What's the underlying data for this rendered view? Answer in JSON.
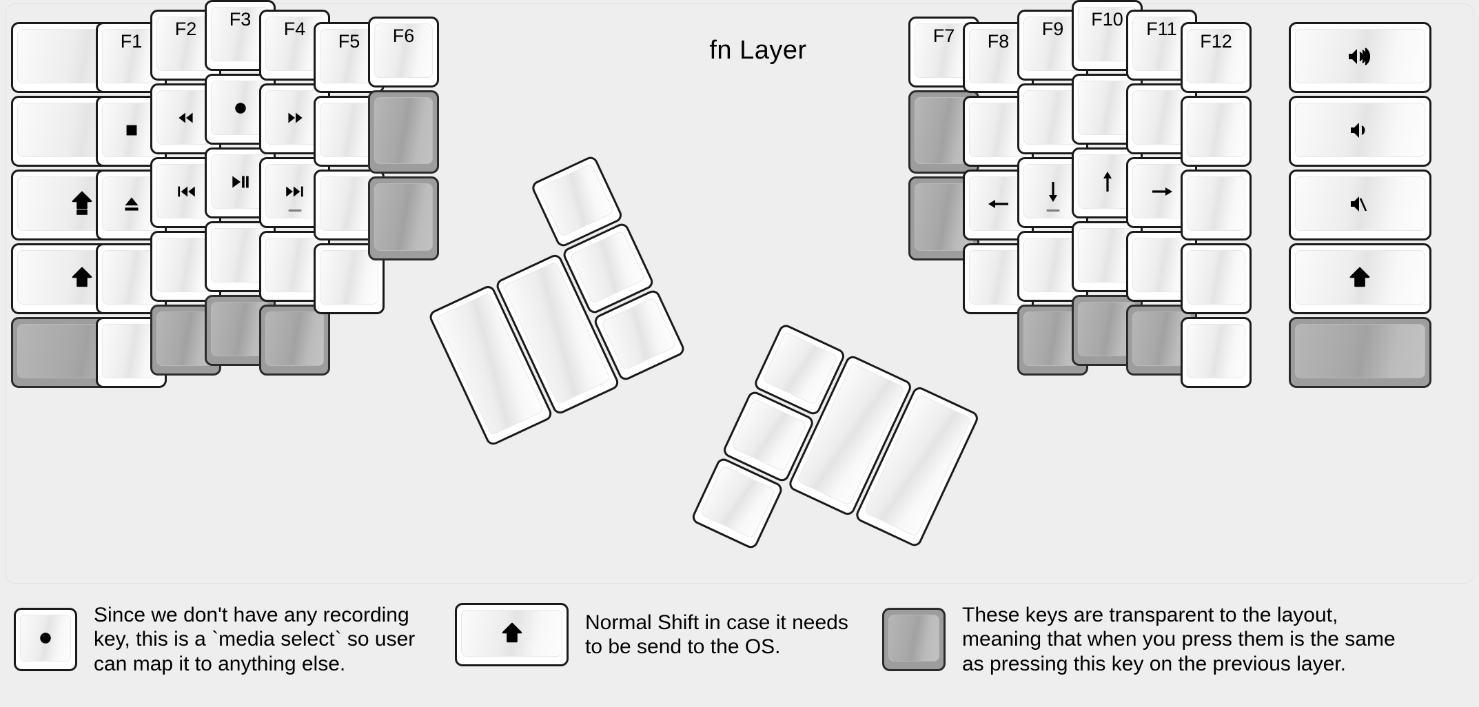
{
  "title": "fn Layer",
  "colors": {
    "background": "#eeeeee",
    "key_face": "#ffffff",
    "key_border": "#1a1a1a",
    "transparent_key": "#9d9d9d",
    "legend_text": "#000000"
  },
  "left_half": {
    "columns": [
      {
        "name": "pinky-outer",
        "keys": [
          {
            "label": "",
            "icon": "",
            "style": "normal"
          },
          {
            "label": "",
            "icon": "",
            "style": "normal"
          },
          {
            "label": "",
            "icon": "caps-lock-shift-icon",
            "style": "normal"
          },
          {
            "label": "",
            "icon": "shift-icon",
            "style": "normal"
          },
          {
            "label": "",
            "icon": "",
            "style": "transparent"
          }
        ]
      },
      {
        "name": "pinky",
        "keys": [
          {
            "label": "F1",
            "icon": "",
            "style": "normal"
          },
          {
            "label": "",
            "icon": "stop-icon",
            "style": "normal"
          },
          {
            "label": "",
            "icon": "eject-icon",
            "style": "normal"
          },
          {
            "label": "",
            "icon": "",
            "style": "normal"
          },
          {
            "label": "",
            "icon": "",
            "style": "normal"
          }
        ]
      },
      {
        "name": "ring",
        "keys": [
          {
            "label": "F2",
            "icon": "",
            "style": "normal"
          },
          {
            "label": "",
            "icon": "rewind-icon",
            "style": "normal"
          },
          {
            "label": "",
            "icon": "previous-track-icon",
            "style": "normal"
          },
          {
            "label": "",
            "icon": "",
            "style": "normal"
          },
          {
            "label": "",
            "icon": "",
            "style": "transparent"
          }
        ]
      },
      {
        "name": "middle",
        "keys": [
          {
            "label": "F3",
            "icon": "",
            "style": "normal"
          },
          {
            "label": "",
            "icon": "record-icon",
            "style": "normal"
          },
          {
            "label": "",
            "icon": "play-pause-icon",
            "style": "normal"
          },
          {
            "label": "",
            "icon": "",
            "style": "normal"
          },
          {
            "label": "",
            "icon": "",
            "style": "transparent"
          }
        ]
      },
      {
        "name": "index",
        "keys": [
          {
            "label": "F4",
            "icon": "",
            "style": "normal"
          },
          {
            "label": "",
            "icon": "fast-forward-icon",
            "style": "normal"
          },
          {
            "label": "",
            "icon": "next-track-icon",
            "style": "normal",
            "homing": true
          },
          {
            "label": "",
            "icon": "",
            "style": "normal"
          },
          {
            "label": "",
            "icon": "",
            "style": "transparent"
          }
        ]
      },
      {
        "name": "index-inner",
        "keys": [
          {
            "label": "F5",
            "icon": "",
            "style": "normal"
          },
          {
            "label": "",
            "icon": "",
            "style": "normal"
          },
          {
            "label": "",
            "icon": "",
            "style": "normal"
          },
          {
            "label": "",
            "icon": "",
            "style": "normal"
          }
        ]
      },
      {
        "name": "inner",
        "keys": [
          {
            "label": "F6",
            "icon": "",
            "style": "normal"
          },
          {
            "label": "",
            "icon": "",
            "style": "transparent"
          },
          {
            "label": "",
            "icon": "",
            "style": "transparent"
          }
        ]
      }
    ],
    "thumb_cluster": [
      {
        "label": "",
        "icon": "",
        "style": "normal",
        "size": "2u"
      },
      {
        "label": "",
        "icon": "",
        "style": "normal",
        "size": "2u"
      },
      {
        "label": "",
        "icon": "",
        "style": "normal",
        "size": "1u"
      },
      {
        "label": "",
        "icon": "",
        "style": "normal",
        "size": "1u"
      },
      {
        "label": "",
        "icon": "",
        "style": "normal",
        "size": "1u"
      }
    ]
  },
  "right_half": {
    "columns": [
      {
        "name": "inner",
        "keys": [
          {
            "label": "F7",
            "icon": "",
            "style": "normal"
          },
          {
            "label": "",
            "icon": "",
            "style": "transparent"
          },
          {
            "label": "",
            "icon": "",
            "style": "transparent"
          }
        ]
      },
      {
        "name": "index-inner",
        "keys": [
          {
            "label": "F8",
            "icon": "",
            "style": "normal"
          },
          {
            "label": "",
            "icon": "",
            "style": "normal"
          },
          {
            "label": "",
            "icon": "arrow-left-icon",
            "style": "normal"
          },
          {
            "label": "",
            "icon": "",
            "style": "normal"
          }
        ]
      },
      {
        "name": "index",
        "keys": [
          {
            "label": "F9",
            "icon": "",
            "style": "normal"
          },
          {
            "label": "",
            "icon": "",
            "style": "normal"
          },
          {
            "label": "",
            "icon": "arrow-down-icon",
            "style": "normal",
            "homing": true
          },
          {
            "label": "",
            "icon": "",
            "style": "normal"
          },
          {
            "label": "",
            "icon": "",
            "style": "transparent"
          }
        ]
      },
      {
        "name": "middle",
        "keys": [
          {
            "label": "F10",
            "icon": "",
            "style": "normal"
          },
          {
            "label": "",
            "icon": "",
            "style": "normal"
          },
          {
            "label": "",
            "icon": "arrow-up-icon",
            "style": "normal"
          },
          {
            "label": "",
            "icon": "",
            "style": "normal"
          },
          {
            "label": "",
            "icon": "",
            "style": "transparent"
          }
        ]
      },
      {
        "name": "ring",
        "keys": [
          {
            "label": "F11",
            "icon": "",
            "style": "normal"
          },
          {
            "label": "",
            "icon": "",
            "style": "normal"
          },
          {
            "label": "",
            "icon": "arrow-right-icon",
            "style": "normal"
          },
          {
            "label": "",
            "icon": "",
            "style": "normal"
          },
          {
            "label": "",
            "icon": "",
            "style": "transparent"
          }
        ]
      },
      {
        "name": "pinky",
        "keys": [
          {
            "label": "F12",
            "icon": "",
            "style": "normal"
          },
          {
            "label": "",
            "icon": "",
            "style": "normal"
          },
          {
            "label": "",
            "icon": "",
            "style": "normal"
          },
          {
            "label": "",
            "icon": "",
            "style": "normal"
          },
          {
            "label": "",
            "icon": "",
            "style": "normal"
          }
        ]
      },
      {
        "name": "pinky-outer",
        "keys": [
          {
            "label": "",
            "icon": "volume-up-icon",
            "style": "normal"
          },
          {
            "label": "",
            "icon": "volume-down-icon",
            "style": "normal"
          },
          {
            "label": "",
            "icon": "mute-icon",
            "style": "normal"
          },
          {
            "label": "",
            "icon": "shift-icon",
            "style": "normal"
          },
          {
            "label": "",
            "icon": "",
            "style": "transparent"
          }
        ]
      }
    ],
    "thumb_cluster": [
      {
        "label": "",
        "icon": "",
        "style": "normal",
        "size": "1u"
      },
      {
        "label": "",
        "icon": "",
        "style": "normal",
        "size": "1u"
      },
      {
        "label": "",
        "icon": "",
        "style": "normal",
        "size": "1u"
      },
      {
        "label": "",
        "icon": "",
        "style": "normal",
        "size": "2u"
      },
      {
        "label": "",
        "icon": "",
        "style": "normal",
        "size": "2u"
      }
    ]
  },
  "legend": [
    {
      "key_icon": "record-icon",
      "key_style": "normal",
      "key_width": "1u",
      "text": "Since we don't have any recording\nkey, this is a `media select` so user\ncan map it to anything else."
    },
    {
      "key_icon": "shift-icon",
      "key_style": "normal",
      "key_width": "1.5u",
      "text": "Normal Shift in case it needs\nto be send to the OS."
    },
    {
      "key_icon": "",
      "key_style": "transparent",
      "key_width": "1u",
      "text": "These keys are transparent to the layout,\nmeaning that when you press them is the same\nas pressing this key on the previous layer."
    }
  ]
}
